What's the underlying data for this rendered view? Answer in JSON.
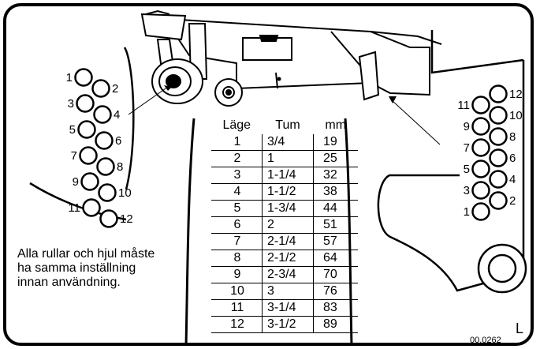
{
  "table": {
    "headers": [
      "Läge",
      "Tum",
      "mm"
    ],
    "rows": [
      [
        "1",
        "3/4",
        "19"
      ],
      [
        "2",
        "1",
        "25"
      ],
      [
        "3",
        "1-1/4",
        "32"
      ],
      [
        "4",
        "1-1/2",
        "38"
      ],
      [
        "5",
        "1-3/4",
        "44"
      ],
      [
        "6",
        "2",
        "51"
      ],
      [
        "7",
        "2-1/4",
        "57"
      ],
      [
        "8",
        "2-1/2",
        "64"
      ],
      [
        "9",
        "2-3/4",
        "70"
      ],
      [
        "10",
        "3",
        "76"
      ],
      [
        "11",
        "3-1/4",
        "83"
      ],
      [
        "12",
        "3-1/2",
        "89"
      ]
    ]
  },
  "note_lines": [
    "Alla rullar och hjul måste",
    "ha samma inställning",
    "innan användning."
  ],
  "part_code": "00.0262",
  "side_label": "L",
  "left_holes": [
    "1",
    "2",
    "3",
    "4",
    "5",
    "6",
    "7",
    "8",
    "9",
    "10",
    "11",
    "12"
  ],
  "right_holes": [
    "12",
    "11",
    "10",
    "9",
    "8",
    "7",
    "6",
    "5",
    "4",
    "3",
    "2",
    "1"
  ]
}
